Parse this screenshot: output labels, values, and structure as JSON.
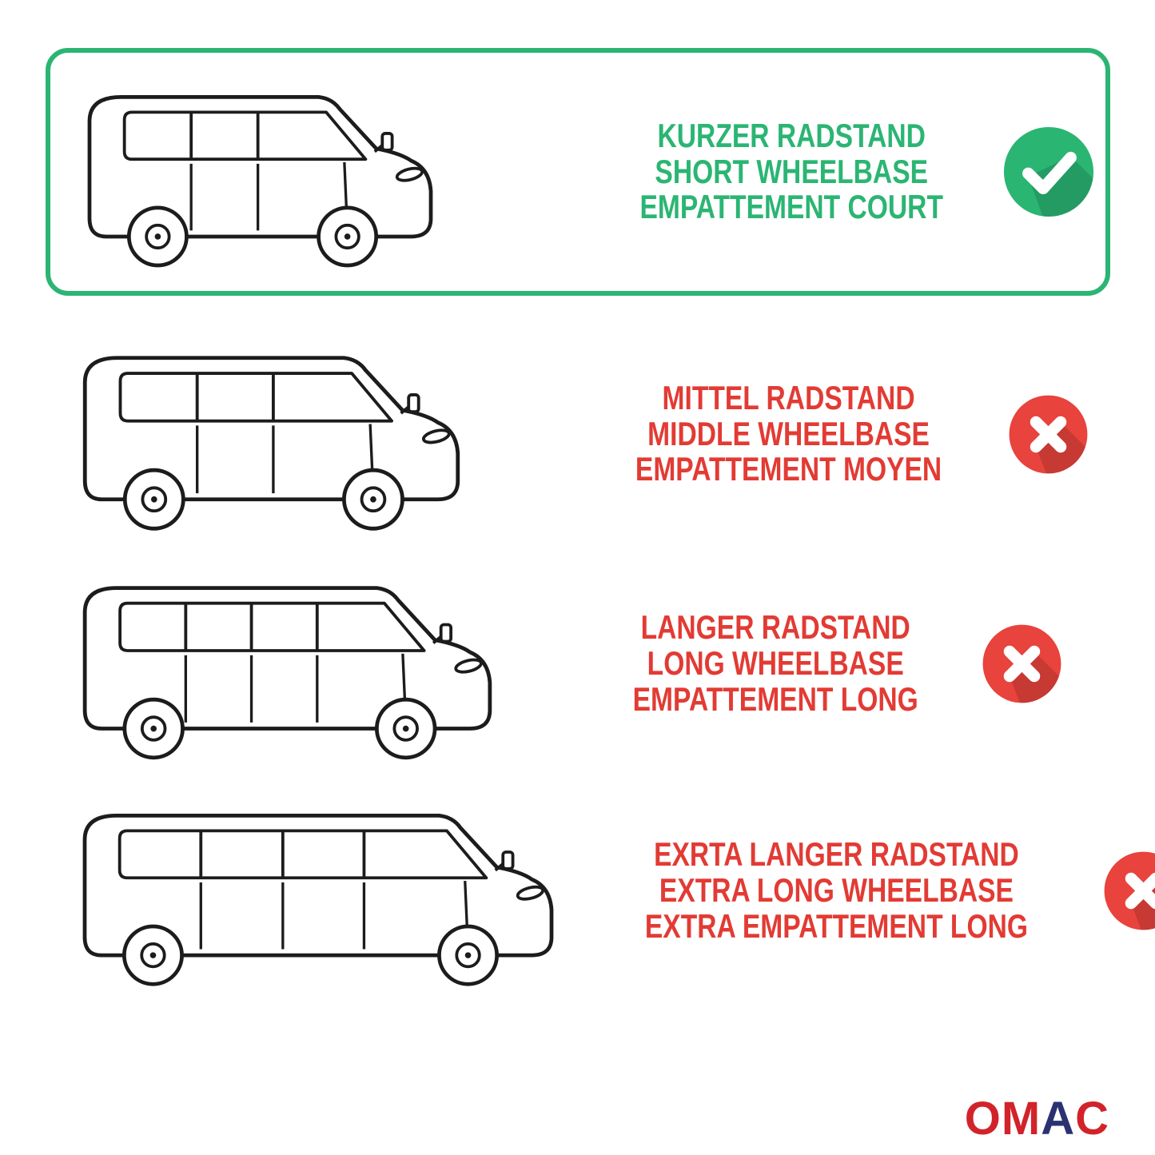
{
  "colors": {
    "green": "#2BB573",
    "red": "#E8433C",
    "red_text": "#E23B34",
    "ink": "#1C1C1C",
    "logo_red": "#D2232A",
    "logo_navy": "#2B3272"
  },
  "rows": [
    {
      "id": "short-wheelbase",
      "lines": [
        "KURZER RADSTAND",
        "SHORT WHEELBASE",
        "EMPATTEMENT COURT"
      ],
      "status": "check",
      "highlighted": true
    },
    {
      "id": "middle-wheelbase",
      "lines": [
        "MITTEL RADSTAND",
        "MIDDLE WHEELBASE",
        "EMPATTEMENT MOYEN"
      ],
      "status": "cross",
      "highlighted": false
    },
    {
      "id": "long-wheelbase",
      "lines": [
        "LANGER RADSTAND",
        "LONG WHEELBASE",
        "EMPATTEMENT LONG"
      ],
      "status": "cross",
      "highlighted": false
    },
    {
      "id": "extra-long-wheelbase",
      "lines": [
        "EXRTA LANGER RADSTAND",
        "EXTRA LONG WHEELBASE",
        "EXTRA EMPATTEMENT LONG"
      ],
      "status": "cross",
      "highlighted": false
    }
  ],
  "logo": {
    "part1": "OM",
    "part2": "A",
    "part3": "C"
  }
}
